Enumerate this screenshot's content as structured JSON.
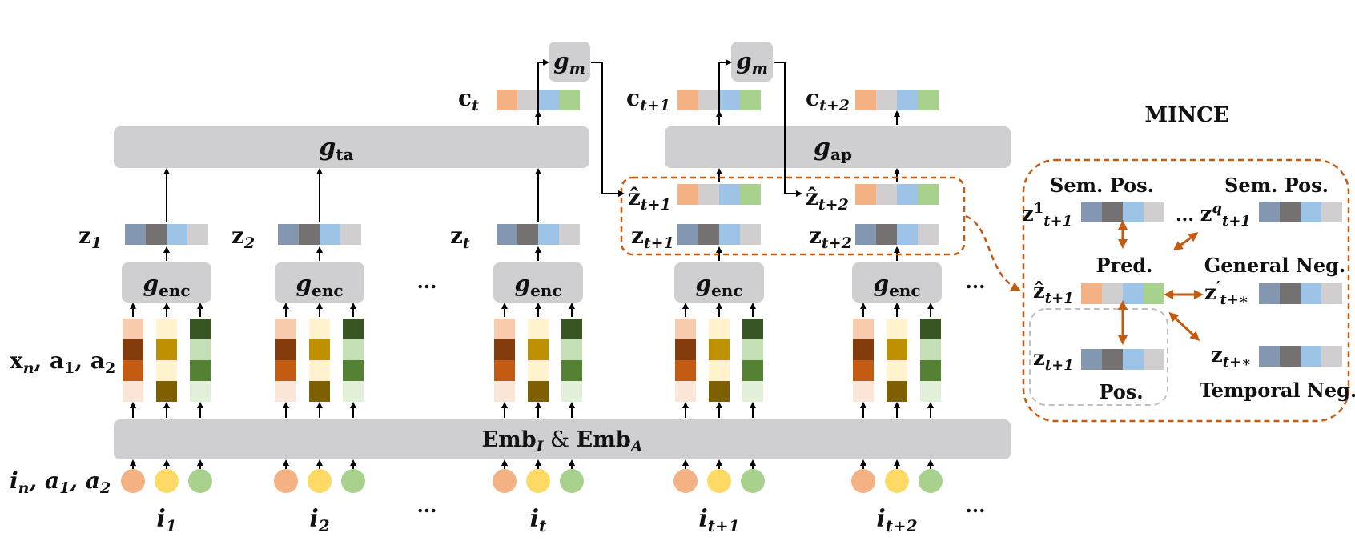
{
  "diagram": {
    "title": "MINCE",
    "row_labels": {
      "input": "i",
      "input_sub": "n",
      "input_rest1": ", a",
      "input_rest1_sub": "1",
      "input_rest2": ", a",
      "input_rest2_sub": "2",
      "emb_row": "x",
      "emb_row_sub": "n",
      "emb_rest1": ", a",
      "emb_rest1_sub": "1",
      "emb_rest2": ", a",
      "emb_rest2_sub": "2"
    },
    "embedding_box": {
      "main": "Emb",
      "sub_i": "I",
      "amp": " & ",
      "main2": "Emb",
      "sub_a": "A"
    },
    "encoder": {
      "main": "g",
      "sub": "enc"
    },
    "aggregator_ta": {
      "main": "g",
      "sub": "ta"
    },
    "aggregator_ap": {
      "main": "g",
      "sub": "ap"
    },
    "mapper": {
      "main": "g",
      "sub": "m"
    },
    "ellipsis": "...",
    "columns": [
      {
        "i_main": "i",
        "i_sub": "1",
        "z_main": "z",
        "z_sub": "1"
      },
      {
        "i_main": "i",
        "i_sub": "2",
        "z_main": "z",
        "z_sub": "2"
      },
      {
        "i_main": "i",
        "i_sub": "t",
        "z_main": "z",
        "z_sub": "t"
      },
      {
        "i_main": "i",
        "i_sub": "t+1",
        "z_main": "z",
        "z_sub": "t+1",
        "zhat_main": "ẑ",
        "zhat_sub": "t+1"
      },
      {
        "i_main": "i",
        "i_sub": "t+2",
        "z_main": "z",
        "z_sub": "t+2",
        "zhat_main": "ẑ",
        "zhat_sub": "t+2"
      }
    ],
    "contexts": [
      {
        "main": "c",
        "sub": "t"
      },
      {
        "main": "c",
        "sub": "t+1"
      },
      {
        "main": "c",
        "sub": "t+2"
      }
    ],
    "mince_panel": {
      "sem_pos_1": "Sem. Pos.",
      "sem_pos_2": "Sem. Pos.",
      "z1_main": "z",
      "z1_sup": "1",
      "z1_sub": "t+1",
      "zq_prefix": "... ",
      "zq_main": "z",
      "zq_sup": "q",
      "zq_sub": "t+1",
      "pred": "Pred.",
      "general_neg": "General Neg.",
      "zhat_main": "ẑ",
      "zhat_sub": "t+1",
      "zprime_main": "z",
      "zprime_sup": "′",
      "zprime_sub": "t+∗",
      "zpos_main": "z",
      "zpos_sub": "t+1",
      "ztemp_main": "z",
      "ztemp_sub": "t+∗",
      "pos": "Pos.",
      "temporal_neg": "Temporal Neg."
    },
    "colors": {
      "box": "#cfcfd1",
      "dashed_orange": "#c55a11",
      "dashed_gray": "#bfbfbf",
      "orange_circle": "#f4b183",
      "yellow_circle": "#ffd966",
      "green_circle": "#a9d18e",
      "z_cells": [
        "#8497b0",
        "#767171",
        "#9dc3e6",
        "#d0cece"
      ],
      "c_cells": [
        "#f4b183",
        "#d0cece",
        "#9dc3e6",
        "#a9d18e"
      ],
      "col_orange": [
        "#f8cbad",
        "#843c0c",
        "#c55a11",
        "#fbe5d6"
      ],
      "col_yellow": [
        "#fff2cc",
        "#bf9000",
        "#fff2cc",
        "#7f6000"
      ],
      "col_green": [
        "#375623",
        "#c5e0b4",
        "#548235",
        "#e2f0d9"
      ]
    }
  }
}
